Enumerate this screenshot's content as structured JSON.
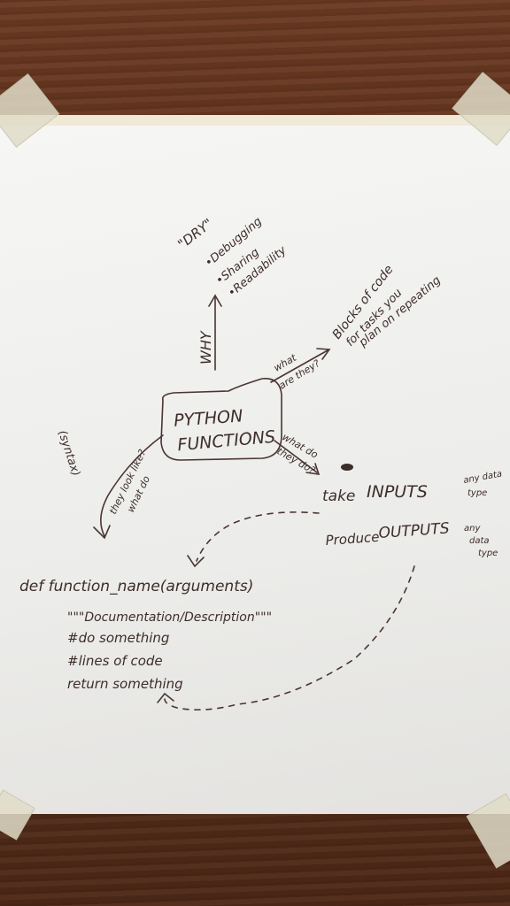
{
  "center": {
    "line1": "PYTHON",
    "line2": "FUNCTIONS"
  },
  "why": {
    "label": "WHY",
    "items": [
      "\"DRY\"",
      "•Debugging",
      "•Sharing",
      "•Readability"
    ]
  },
  "what_are_they": {
    "label_line1": "what",
    "label_line2": "are they?",
    "desc_line1": "Blocks of code",
    "desc_line2": "for tasks you",
    "desc_line3": "plan on repeating"
  },
  "what_do_they_do": {
    "label_line1": "what do",
    "label_line2": "they do?",
    "inputs_prefix": "take",
    "inputs": "INPUTS",
    "inputs_note_line1": "any data",
    "inputs_note_line2": "type",
    "outputs_prefix": "Produce",
    "outputs": "OUTPUTS",
    "outputs_note_line1": "any",
    "outputs_note_line2": "data",
    "outputs_note_line3": "type"
  },
  "what_look_like": {
    "label_line1": "what do",
    "label_line2": "they look like?",
    "side_note": "(syntax)"
  },
  "code": {
    "line1": "def function_name(arguments)",
    "line2": "\"\"\"Documentation/Description\"\"\"",
    "line3": "#do something",
    "line4": "#lines of code",
    "line5": "return something"
  }
}
